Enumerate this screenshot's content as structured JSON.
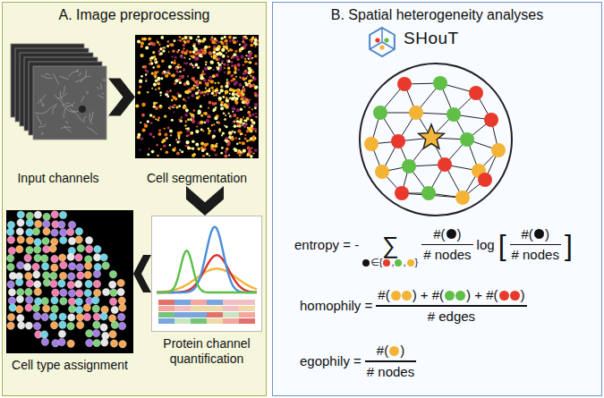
{
  "diagram": {
    "nodes": [
      {
        "text": [
          "A. Image preprocessing"
        ]
      },
      {
        "text": [
          "Input channels"
        ],
        "in": 0
      },
      {
        "text": [
          "Cell segmentation"
        ],
        "in": 0
      },
      {
        "text": [
          "Cell type assignment"
        ],
        "in": 0
      },
      {
        "text": [
          "Protein channel quantification"
        ],
        "in": 0
      },
      {
        "text": [
          "B. Spatial heterogeneity analyses"
        ]
      }
    ],
    "edges": [
      {
        "from": 1,
        "to": 2,
        "arrow": "to"
      },
      {
        "from": 2,
        "to": 4,
        "arrow": "to"
      },
      {
        "from": 4,
        "to": 3,
        "arrow": "to"
      }
    ],
    "labels": [
      "SHouT",
      "entropy = -",
      "∑",
      "∈{",
      ",",
      ",",
      "}",
      "#(",
      ")",
      "# nodes",
      "log",
      "[",
      "#(",
      ")",
      "# nodes",
      "]",
      "homophily =",
      "#(",
      ") + #(",
      ") + #(",
      ")",
      "# edges",
      "egophily =",
      "#(",
      ")",
      "# nodes"
    ]
  }
}
